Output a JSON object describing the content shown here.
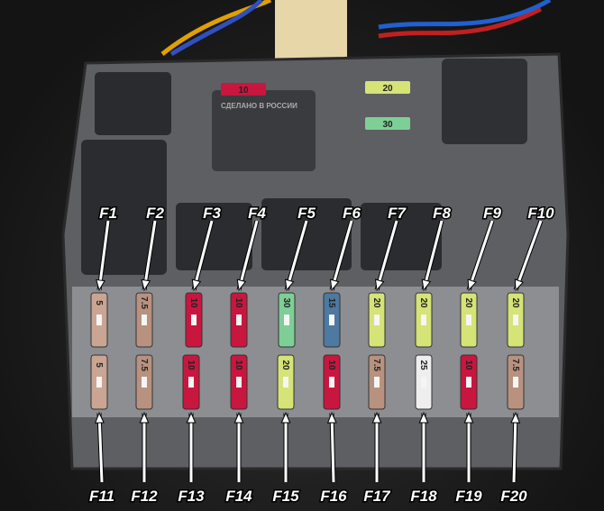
{
  "fuse_box": {
    "top_labels": [
      "F1",
      "F2",
      "F3",
      "F4",
      "F5",
      "F6",
      "F7",
      "F8",
      "F9",
      "F10"
    ],
    "bottom_labels": [
      "F11",
      "F12",
      "F13",
      "F14",
      "F15",
      "F16",
      "F17",
      "F18",
      "F19",
      "F20"
    ],
    "top_ratings": [
      "5",
      "7.5",
      "10",
      "10",
      "30",
      "15",
      "20",
      "20",
      "20",
      "20"
    ],
    "bottom_ratings": [
      "5",
      "7.5",
      "10",
      "10",
      "20",
      "10",
      "7.5",
      "25",
      "10",
      "7.5"
    ],
    "relay_fuse_ratings": [
      "10",
      "20",
      "30"
    ],
    "relay_marking": "СДЕЛАНО В РОССИИ"
  },
  "colors": {
    "5": "#caa593",
    "7.5": "#b8927f",
    "10": "#c9163f",
    "15": "#4e79a0",
    "20": "#d6e377",
    "25": "#eeeeee",
    "30": "#7ecf95"
  }
}
